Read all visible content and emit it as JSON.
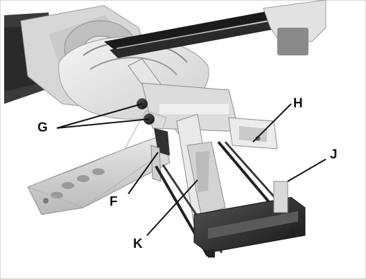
{
  "callouts": {
    "G": "G",
    "H": "H",
    "F": "F",
    "J": "J",
    "K": "K"
  },
  "colors": {
    "metal_light": "#e9e9e9",
    "metal_mid": "#bdbdbd",
    "metal_dark": "#4a4a4a",
    "black_part": "#1c1c1c",
    "line": "#111111"
  }
}
